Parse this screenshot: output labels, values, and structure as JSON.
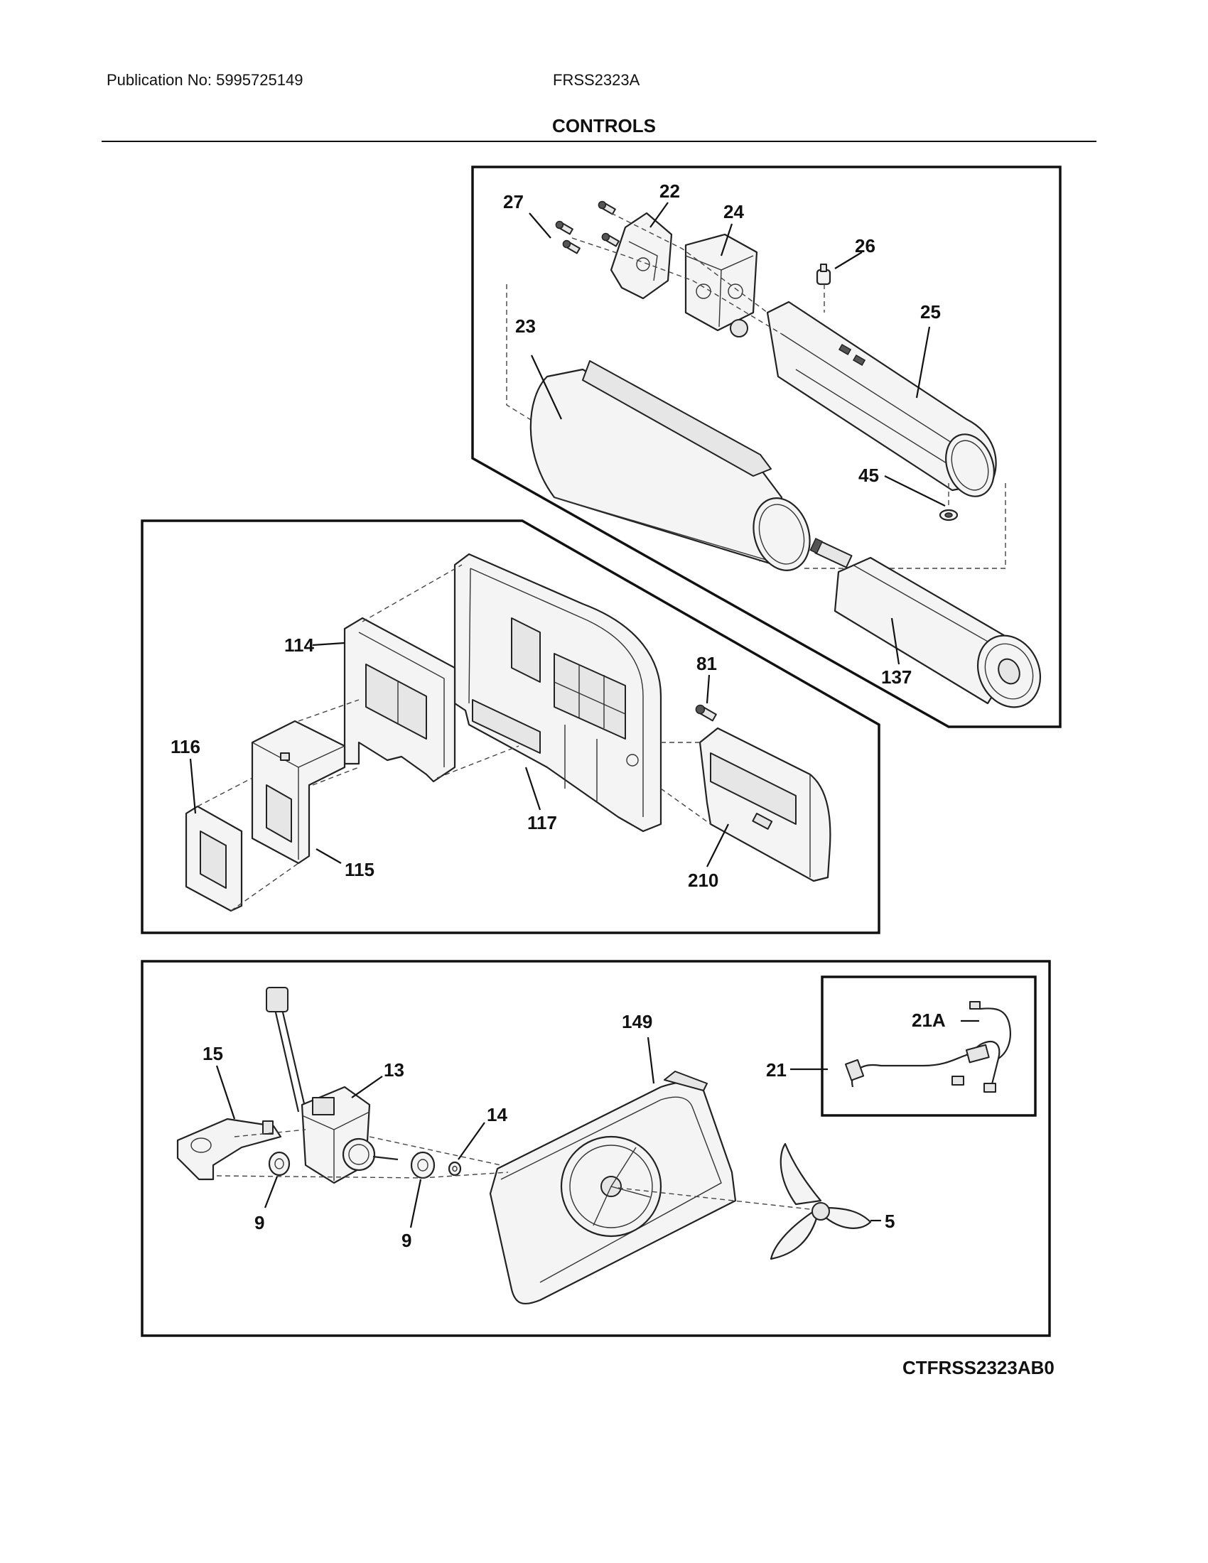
{
  "header": {
    "publication": "Publication No: 5995725149",
    "model": "FRSS2323A"
  },
  "page_title": "CONTROLS",
  "footer_code": "CTFRSS2323AB0",
  "callouts": {
    "c27": "27",
    "c22": "22",
    "c24": "24",
    "c26": "26",
    "c25": "25",
    "c23": "23",
    "c45": "45",
    "c137": "137",
    "c114": "114",
    "c81": "81",
    "c116": "116",
    "c117": "117",
    "c115": "115",
    "c210": "210",
    "c21a": "21A",
    "c149": "149",
    "c21": "21",
    "c15": "15",
    "c13": "13",
    "c14": "14",
    "c9a": "9",
    "c9b": "9",
    "c5": "5"
  }
}
